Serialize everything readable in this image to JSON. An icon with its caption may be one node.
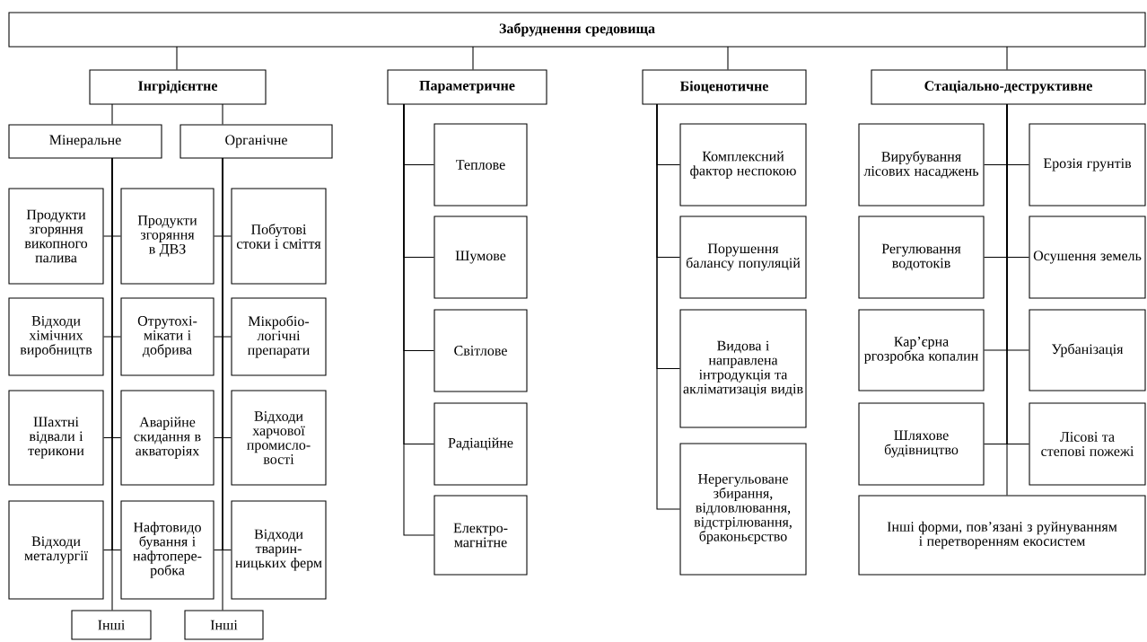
{
  "diagram": {
    "nodes": [
      {
        "text": [
          "Забруднення средовища"
        ]
      },
      {
        "text": [
          "Інгрідієнтне"
        ]
      },
      {
        "text": [
          "Параметричне"
        ]
      },
      {
        "text": [
          "Біоценотичне"
        ]
      },
      {
        "text": [
          "Стаціально-деструктивне"
        ]
      },
      {
        "text": [
          "Мінеральне"
        ]
      },
      {
        "text": [
          "Органічне"
        ]
      },
      {
        "text": [
          "Продукти згоряння викопного палива"
        ]
      },
      {
        "text": [
          "Продукти згоряння в ДВЗ"
        ]
      },
      {
        "text": [
          "Побутові стоки і сміття"
        ]
      },
      {
        "text": [
          "Відходи хімічних виробництв"
        ]
      },
      {
        "text": [
          "Отрутохі- мікати і добрива"
        ]
      },
      {
        "text": [
          "Мікробіо- логічні препарати"
        ]
      },
      {
        "text": [
          "Шахтні відвали і терикони"
        ]
      },
      {
        "text": [
          "Аварійне скидання в акваторіях"
        ]
      },
      {
        "text": [
          "Відходи харчової промисло- вості"
        ]
      },
      {
        "text": [
          "Відходи металургії"
        ]
      },
      {
        "text": [
          "Нафтовидо бування і нафтопере- робка"
        ]
      },
      {
        "text": [
          "Відходи тварин- ницьких ферм"
        ]
      },
      {
        "text": [
          "Інші"
        ]
      },
      {
        "text": [
          "Інші"
        ]
      },
      {
        "text": [
          "Теплове"
        ]
      },
      {
        "text": [
          "Шумове"
        ]
      },
      {
        "text": [
          "Світлове"
        ]
      },
      {
        "text": [
          "Радіаційне"
        ]
      },
      {
        "text": [
          "Електро- магнітне"
        ]
      },
      {
        "text": [
          "Комплексний фактор неспокою"
        ]
      },
      {
        "text": [
          "Порушення балансу популяцій"
        ]
      },
      {
        "text": [
          "Видова і направлена інтродукція та акліматизація видів"
        ]
      },
      {
        "text": [
          "Нерегульоване збирання, відловлювання, відстрілювання, браконьєрство"
        ]
      },
      {
        "text": [
          "Вирубування лісових насаджень"
        ]
      },
      {
        "text": [
          "Ерозія грунтів"
        ]
      },
      {
        "text": [
          "Регулювання водотоків"
        ]
      },
      {
        "text": [
          "Осушення земель"
        ]
      },
      {
        "text": [
          "Кар’єрна ргозробка копалин"
        ]
      },
      {
        "text": [
          "Урбанізація"
        ]
      },
      {
        "text": [
          "Шляхове будівництво"
        ]
      },
      {
        "text": [
          "Лісові та степові пожежі"
        ]
      },
      {
        "text": [
          "Інші форми, пов’язані з руйнуванням і перетворенням екосистем"
        ]
      }
    ],
    "edges": [
      {
        "from": 0,
        "to": 1,
        "arrow": "none"
      },
      {
        "from": 0,
        "to": 2,
        "arrow": "none"
      },
      {
        "from": 0,
        "to": 3,
        "arrow": "none"
      },
      {
        "from": 0,
        "to": 4,
        "arrow": "none"
      },
      {
        "from": 1,
        "to": 5,
        "arrow": "none"
      },
      {
        "from": 1,
        "to": 6,
        "arrow": "none"
      },
      {
        "from": 5,
        "to": 7,
        "arrow": "none"
      },
      {
        "from": 5,
        "to": 8,
        "arrow": "none"
      },
      {
        "from": 5,
        "to": 10,
        "arrow": "none"
      },
      {
        "from": 5,
        "to": 11,
        "arrow": "none"
      },
      {
        "from": 5,
        "to": 13,
        "arrow": "none"
      },
      {
        "from": 5,
        "to": 14,
        "arrow": "none"
      },
      {
        "from": 5,
        "to": 16,
        "arrow": "none"
      },
      {
        "from": 5,
        "to": 17,
        "arrow": "none"
      },
      {
        "from": 5,
        "to": 19,
        "arrow": "none"
      },
      {
        "from": 6,
        "to": 8,
        "arrow": "none"
      },
      {
        "from": 6,
        "to": 9,
        "arrow": "none"
      },
      {
        "from": 6,
        "to": 11,
        "arrow": "none"
      },
      {
        "from": 6,
        "to": 12,
        "arrow": "none"
      },
      {
        "from": 6,
        "to": 14,
        "arrow": "none"
      },
      {
        "from": 6,
        "to": 15,
        "arrow": "none"
      },
      {
        "from": 6,
        "to": 17,
        "arrow": "none"
      },
      {
        "from": 6,
        "to": 18,
        "arrow": "none"
      },
      {
        "from": 6,
        "to": 20,
        "arrow": "none"
      },
      {
        "from": 2,
        "to": 21,
        "arrow": "none"
      },
      {
        "from": 2,
        "to": 22,
        "arrow": "none"
      },
      {
        "from": 2,
        "to": 23,
        "arrow": "none"
      },
      {
        "from": 2,
        "to": 24,
        "arrow": "none"
      },
      {
        "from": 2,
        "to": 25,
        "arrow": "none"
      },
      {
        "from": 3,
        "to": 26,
        "arrow": "none"
      },
      {
        "from": 3,
        "to": 27,
        "arrow": "none"
      },
      {
        "from": 3,
        "to": 28,
        "arrow": "none"
      },
      {
        "from": 3,
        "to": 29,
        "arrow": "none"
      },
      {
        "from": 4,
        "to": 30,
        "arrow": "none"
      },
      {
        "from": 4,
        "to": 31,
        "arrow": "none"
      },
      {
        "from": 4,
        "to": 32,
        "arrow": "none"
      },
      {
        "from": 4,
        "to": 33,
        "arrow": "none"
      },
      {
        "from": 4,
        "to": 34,
        "arrow": "none"
      },
      {
        "from": 4,
        "to": 35,
        "arrow": "none"
      },
      {
        "from": 4,
        "to": 36,
        "arrow": "none"
      },
      {
        "from": 4,
        "to": 37,
        "arrow": "none"
      },
      {
        "from": 4,
        "to": 38,
        "arrow": "none"
      }
    ]
  }
}
